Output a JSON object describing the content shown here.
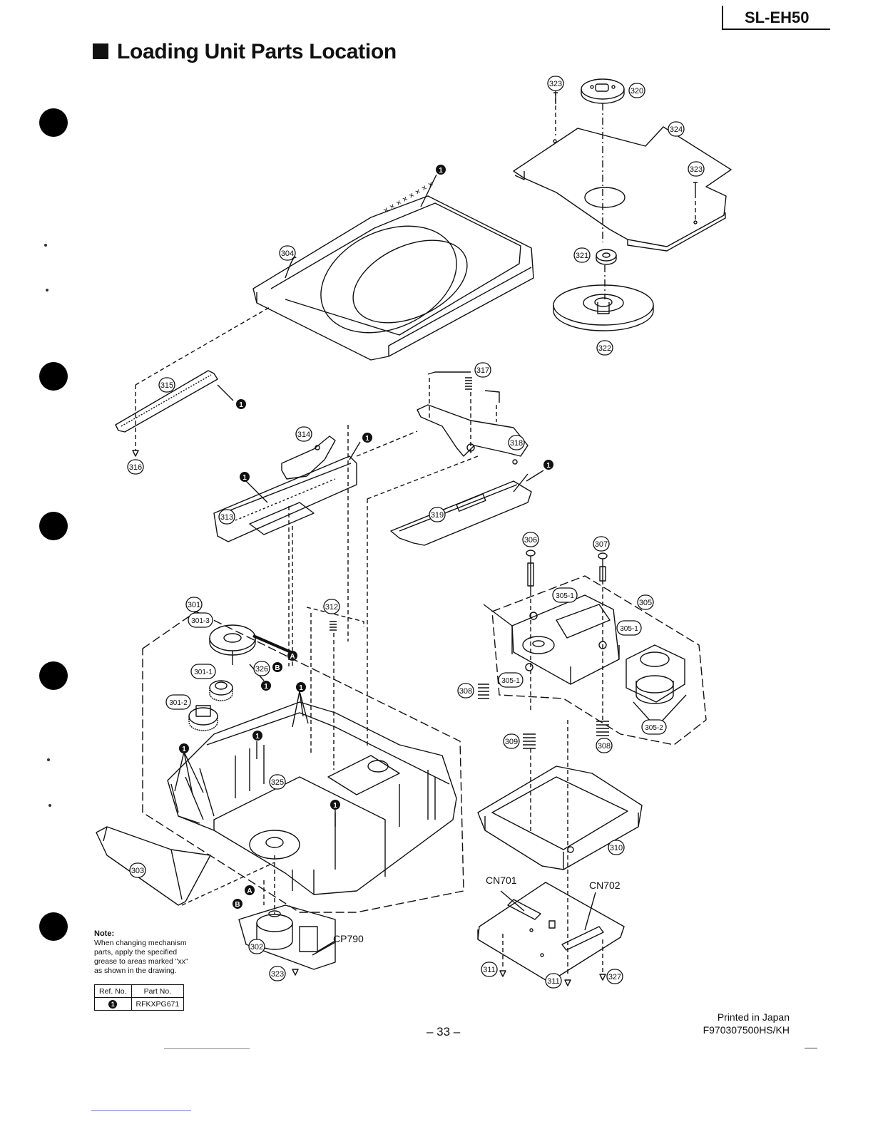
{
  "header": {
    "model": "SL-EH50",
    "title": "Loading Unit Parts Location"
  },
  "callouts": [
    {
      "id": "c323a",
      "label": "323"
    },
    {
      "id": "c320",
      "label": "320"
    },
    {
      "id": "c324",
      "label": "324"
    },
    {
      "id": "c323b",
      "label": "323"
    },
    {
      "id": "c321",
      "label": "321"
    },
    {
      "id": "c322",
      "label": "322"
    },
    {
      "id": "c304",
      "label": "304"
    },
    {
      "id": "c315",
      "label": "315"
    },
    {
      "id": "c316",
      "label": "316"
    },
    {
      "id": "c317",
      "label": "317"
    },
    {
      "id": "c318",
      "label": "318"
    },
    {
      "id": "c314",
      "label": "314"
    },
    {
      "id": "c313",
      "label": "313"
    },
    {
      "id": "c319",
      "label": "319"
    },
    {
      "id": "c306",
      "label": "306"
    },
    {
      "id": "c307",
      "label": "307"
    },
    {
      "id": "c301",
      "label": "301"
    },
    {
      "id": "c3013",
      "label": "301-3"
    },
    {
      "id": "c312",
      "label": "312"
    },
    {
      "id": "c3051a",
      "label": "305-1"
    },
    {
      "id": "c305",
      "label": "305"
    },
    {
      "id": "c3051b",
      "label": "305-1"
    },
    {
      "id": "c326",
      "label": "326"
    },
    {
      "id": "c3011",
      "label": "301-1"
    },
    {
      "id": "c3012",
      "label": "301-2"
    },
    {
      "id": "c3051c",
      "label": "305-1"
    },
    {
      "id": "c308a",
      "label": "308"
    },
    {
      "id": "c3052",
      "label": "305-2"
    },
    {
      "id": "c309",
      "label": "309"
    },
    {
      "id": "c308b",
      "label": "308"
    },
    {
      "id": "c325",
      "label": "325"
    },
    {
      "id": "c310",
      "label": "310"
    },
    {
      "id": "c303",
      "label": "303"
    },
    {
      "id": "c302",
      "label": "302"
    },
    {
      "id": "c323c",
      "label": "323"
    },
    {
      "id": "c311a",
      "label": "311"
    },
    {
      "id": "c311b",
      "label": "311"
    },
    {
      "id": "c327",
      "label": "327"
    }
  ],
  "grease_mark": "1",
  "letter_marks": {
    "a": "A",
    "b": "B"
  },
  "connectors": {
    "cn701": "CN701",
    "cn702": "CN702",
    "cp790": "CP790"
  },
  "note": {
    "title": "Note:",
    "text": "When changing mechanism parts, apply the specified grease to areas marked \"xx\" as shown in the drawing."
  },
  "ref_table": {
    "headers": [
      "Ref. No.",
      "Part No."
    ],
    "rows": [
      {
        "ref": "1",
        "part": "RFKXPG671"
      }
    ]
  },
  "footer": {
    "page": "– 33 –",
    "printed": "Printed in Japan",
    "code": "F970307500HS/KH"
  }
}
